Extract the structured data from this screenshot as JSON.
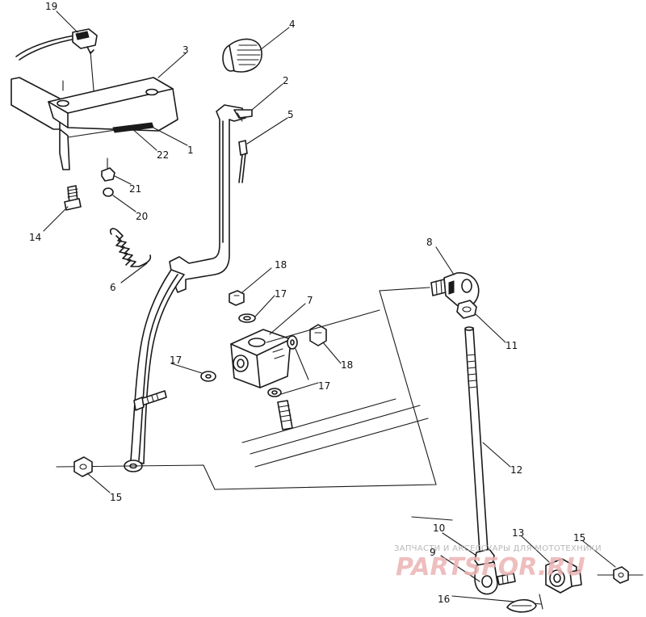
{
  "callouts": [
    {
      "id": "c19",
      "label": "19"
    },
    {
      "id": "c3",
      "label": "3"
    },
    {
      "id": "c4",
      "label": "4"
    },
    {
      "id": "c2",
      "label": "2"
    },
    {
      "id": "c5",
      "label": "5"
    },
    {
      "id": "c22",
      "label": "22"
    },
    {
      "id": "c1",
      "label": "1"
    },
    {
      "id": "c21",
      "label": "21"
    },
    {
      "id": "c20",
      "label": "20"
    },
    {
      "id": "c14",
      "label": "14"
    },
    {
      "id": "c6",
      "label": "6"
    },
    {
      "id": "c18a",
      "label": "18"
    },
    {
      "id": "c17a",
      "label": "17"
    },
    {
      "id": "c7",
      "label": "7"
    },
    {
      "id": "c18b",
      "label": "18"
    },
    {
      "id": "c17b",
      "label": "17"
    },
    {
      "id": "c17c",
      "label": "17"
    },
    {
      "id": "c8",
      "label": "8"
    },
    {
      "id": "c11",
      "label": "11"
    },
    {
      "id": "c12",
      "label": "12"
    },
    {
      "id": "c15a",
      "label": "15"
    },
    {
      "id": "c10",
      "label": "10"
    },
    {
      "id": "c13",
      "label": "13"
    },
    {
      "id": "c15b",
      "label": "15"
    },
    {
      "id": "c9",
      "label": "9"
    },
    {
      "id": "c16",
      "label": "16"
    }
  ],
  "watermark": {
    "line1": "ЗАПЧАСТИ И АКСЕССУАРЫ ДЛЯ МОТОТЕХНИКИ",
    "line2": "PARTSFOR.RU"
  }
}
